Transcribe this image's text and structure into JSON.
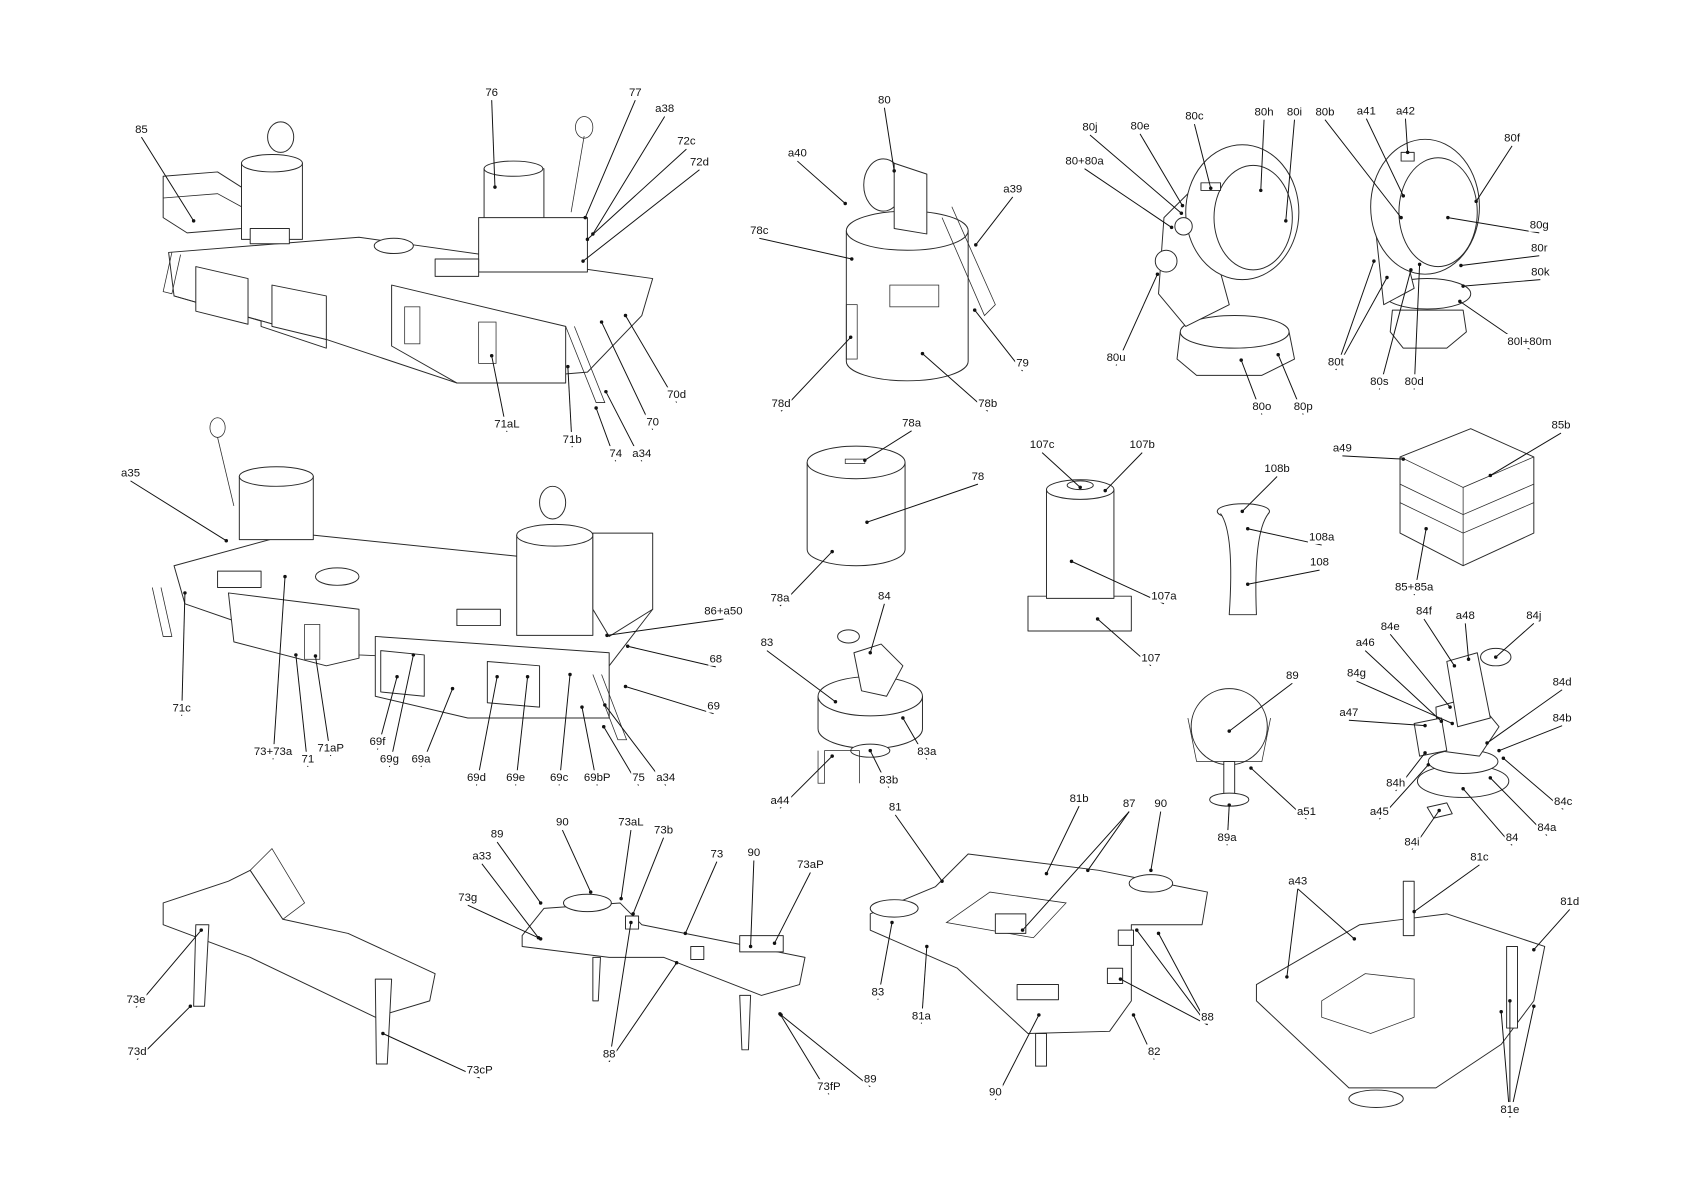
{
  "callouts": [
    "85",
    "76",
    "77",
    "a38",
    "72c",
    "72d",
    "70d",
    "70",
    "74",
    "a34",
    "71b",
    "71aL",
    "a35",
    "71c",
    "73+73a",
    "71",
    "71aP",
    "69f",
    "69g",
    "69a",
    "69d",
    "69e",
    "69c",
    "69bP",
    "75",
    "a34",
    "69",
    "68",
    "86+a50",
    "80",
    "a40",
    "a39",
    "78c",
    "78d",
    "79",
    "78b",
    "78a",
    "78",
    "78a",
    "107c",
    "107b",
    "107a",
    "107",
    "108b",
    "108a",
    "108",
    "a49",
    "85b",
    "85+85a",
    "80j",
    "80e",
    "80c",
    "80h",
    "80i",
    "80+80a",
    "80u",
    "80o",
    "80p",
    "80b",
    "a41",
    "a42",
    "80f",
    "80g",
    "80r",
    "80k",
    "80l+80m",
    "80t",
    "80s",
    "80d",
    "84",
    "83",
    "83a",
    "83b",
    "a44",
    "89",
    "a51",
    "89a",
    "84f",
    "a48",
    "84j",
    "84e",
    "a46",
    "84g",
    "a47",
    "84d",
    "84b",
    "84h",
    "a45",
    "84c",
    "84a",
    "84",
    "84i",
    "73e",
    "73d",
    "73cP",
    "89",
    "a33",
    "73g",
    "90",
    "73aL",
    "73b",
    "73",
    "90",
    "73aP",
    "88",
    "89",
    "73fP",
    "81",
    "81b",
    "87",
    "90",
    "83",
    "81a",
    "88",
    "82",
    "90",
    "a43",
    "81c",
    "81d",
    "81e"
  ]
}
